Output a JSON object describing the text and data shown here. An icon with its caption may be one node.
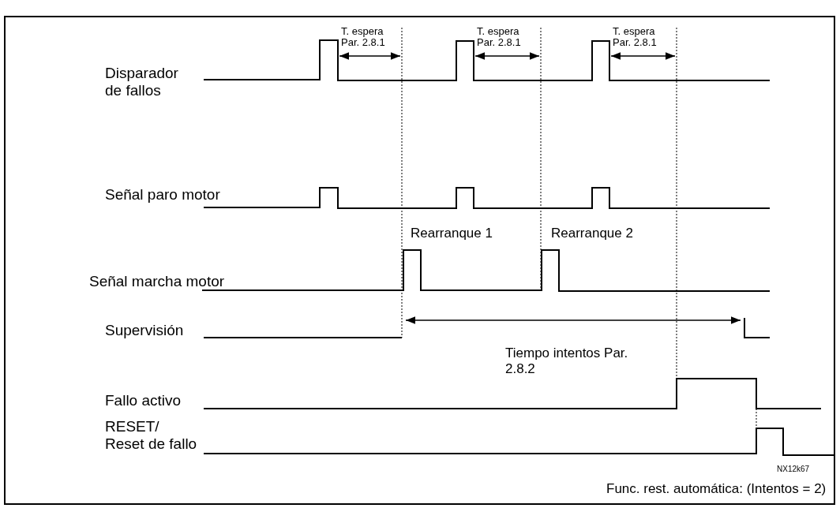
{
  "diagram": {
    "labels": [
      "T. espera",
      "Par. 2.8.1",
      "T. espera",
      "Par. 2.8.1",
      "T. espera",
      "Par. 2.8.1",
      "Disparador de fallos",
      "Señal paro motor",
      "Rearranque 1",
      "Rearranque 2",
      "Señal marcha motor",
      "Supervisión",
      "Tiempo intentos Par. 2.8.2",
      "Fallo activo",
      "RESET/",
      "Reset de fallo",
      "NX12k67",
      "Func. rest. automática: (Intentos = 2)"
    ]
  }
}
